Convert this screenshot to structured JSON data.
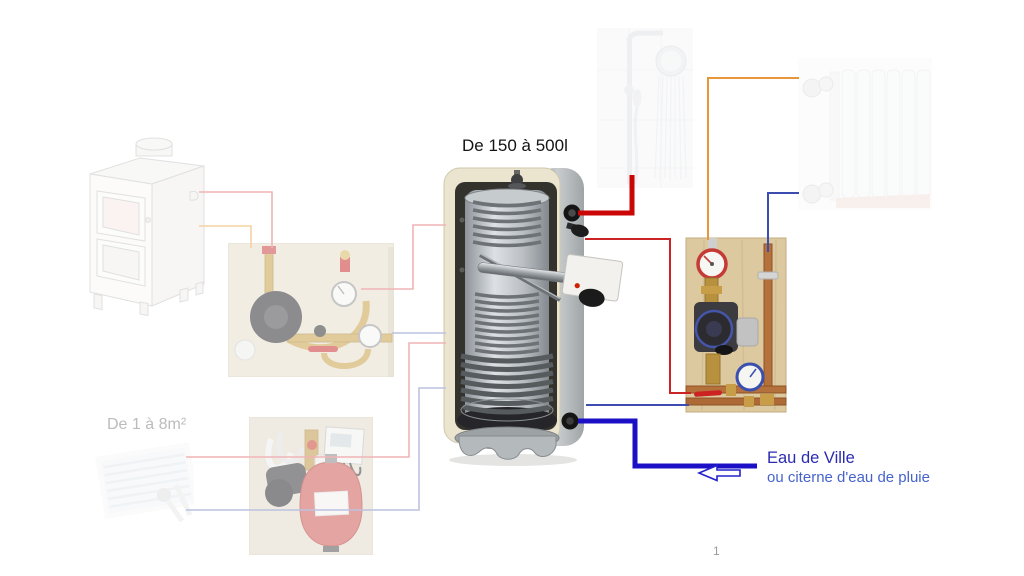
{
  "slide": {
    "background": "#ffffff",
    "page_number": "1"
  },
  "labels": {
    "tank_capacity": "De 150 à 500l",
    "solar_panel_area": "De 1 à 8m²",
    "city_water_title": "Eau de Ville",
    "city_water_subtitle": "ou citerne d'eau de pluie"
  },
  "components": {
    "wood_boiler": "wood-log-boiler",
    "boiler_loading_module": "boiler-hydraulic-module",
    "solar_panel": "solar-thermal-collector",
    "solar_station": "solar-pump-station-expansion-vessel",
    "buffer_tank": "buffer-tank-cutaway",
    "immersion_heater": "electric-immersion-heater",
    "shower": "shower-column",
    "radiator": "radiator",
    "pump_station": "wall-pump-station"
  },
  "pipe_colors": {
    "hot_thick": "#cb0606",
    "hot_thin": "#cc2424",
    "cold_thick": "#1b10c6",
    "cold_thin": "#3c4cb0",
    "orange": "#e8953c",
    "faded_hot": "#f0b4b6",
    "faded_cold": "#bcc2e0",
    "faded_orange": "#f5d2a4"
  },
  "text_colors": {
    "tank_capacity": "#141414",
    "solar_panel_area": "#bcbcbc",
    "city_water_title": "#2b2bb2",
    "city_water_subtitle": "#4663cc",
    "page_number": "#9a9a9a"
  }
}
